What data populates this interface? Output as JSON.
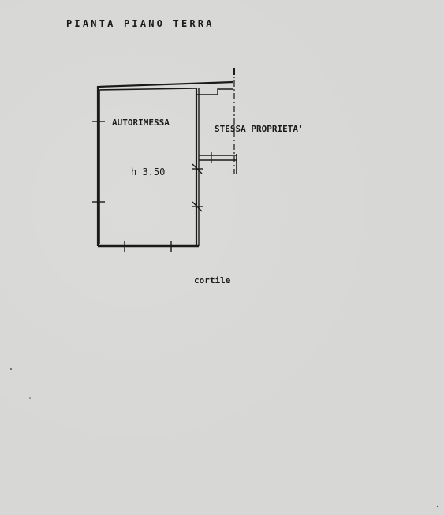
{
  "drawing": {
    "title": "PIANTA PIANO TERRA",
    "room_label": "AUTORIMESSA",
    "height_label": "h 3.50",
    "adjacent_label": "STESSA PROPRIETA'",
    "courtyard_label": "cortile"
  },
  "colors": {
    "paper": "#d7d7d5",
    "ink": "#1a1a1a"
  }
}
